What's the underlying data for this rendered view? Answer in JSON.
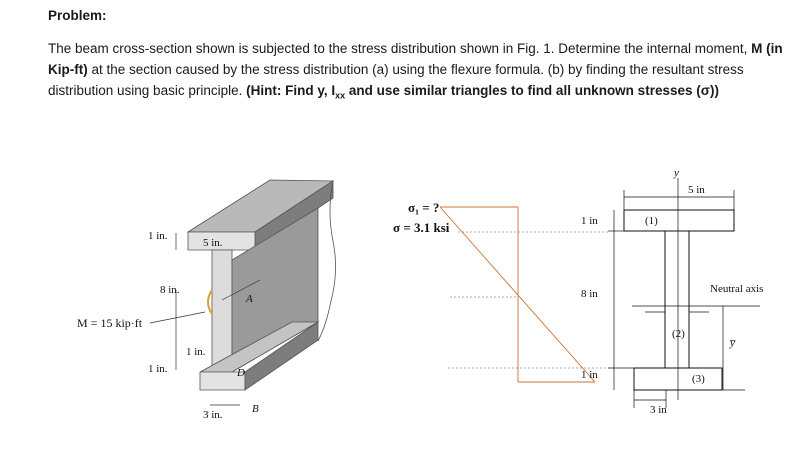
{
  "heading": "Problem:",
  "problem": {
    "p1": "The beam cross-section shown is subjected to the stress distribution shown in Fig. 1. Determine the internal moment,",
    "m_label": "M (in Kip-ft)",
    "p2": "at the section caused by the stress distribution (a) using the flexure formula. (b) by finding the resultant stress distribution using basic principle.",
    "hint": "(Hint: Find y, I",
    "hint_sub": "xx",
    "hint_end": "and use similar triangles to find all unknown stresses (σ))"
  },
  "figure": {
    "beam": {
      "dim_top": "1 in.",
      "dim_width": "5 in.",
      "dim_web": "8 in.",
      "moment": "M = 15 kip·ft",
      "dim_web_thick": "1 in.",
      "dim_bottom": "1 in.",
      "dim_base": "3 in.",
      "point_a": "A",
      "point_d": "D",
      "point_b": "B"
    },
    "stress": {
      "sigma1": "σ₁ = ?",
      "sigma": "σ = 3.1 ksi"
    },
    "section": {
      "y_axis": "y",
      "dim_top_width": "5 in",
      "dim_flange": "1 in",
      "dim_web": "8 in",
      "dim_bottom_flange": "1 in",
      "dim_base": "3 in",
      "part1": "(1)",
      "part2": "(2)",
      "part3": "(3)",
      "neutral_axis": "Neutral axis",
      "ybar": "y̅"
    }
  },
  "colors": {
    "stress_line": "#c8743a",
    "text": "#1a1a1a"
  }
}
